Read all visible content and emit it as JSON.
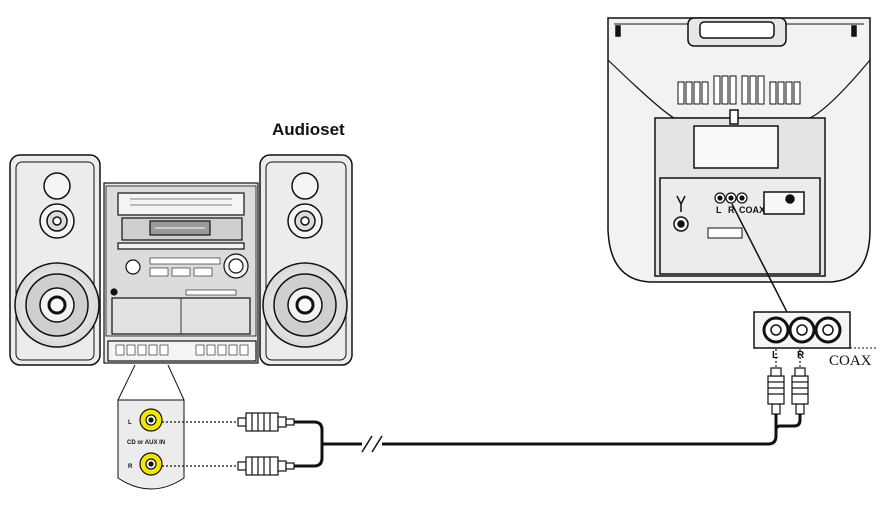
{
  "labels": {
    "audioset": "Audioset",
    "aux_l": "L",
    "aux_r": "R",
    "aux_input": "CD or AUX IN",
    "tv_l": "L",
    "tv_r": "R",
    "tv_coax": "COAX",
    "adapter_l": "L",
    "adapter_r": "R",
    "adapter_coax": "COAX"
  },
  "colors": {
    "line": "#111111",
    "panel": "#e6e6e6",
    "speaker_body": "#ececec",
    "jack_yellow": "#f2e600"
  }
}
